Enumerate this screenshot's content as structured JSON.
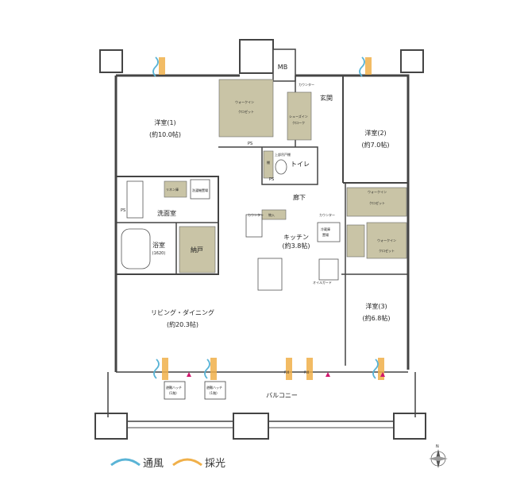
{
  "rooms": {
    "western1": "洋室(1)",
    "western1_area": "(約10.0帖)",
    "western2": "洋室(2)",
    "western2_area": "(約7.0帖)",
    "western3": "洋室(3)",
    "western3_area": "(約6.8帖)",
    "ldk": "リビング・ダイニング",
    "ldk_area": "(約20.3帖)",
    "kitchen": "キッチン",
    "kitchen_area": "(約3.8帖)",
    "bath": "浴室",
    "bath_size": "(1620)",
    "washroom": "洗面室",
    "toilet": "トイレ",
    "entrance": "玄関",
    "hall": "廊下",
    "storage": "納戸",
    "balcony": "バルコニー",
    "mb": "MB"
  },
  "storage_labels": {
    "walkin": "ウォークイン",
    "closet": "クロゼット",
    "shoe1": "シューズイン",
    "shoe2": "クローク",
    "counter": "カウンター",
    "storage": "物入",
    "linen": "リネン庫",
    "washer": "洗濯機置場",
    "fridge1": "冷蔵庫",
    "fridge2": "置場",
    "toilet_shelf": "上部吊戸棚",
    "oil_guard": "オイルガード",
    "shelf": "棚"
  },
  "markers": {
    "ps": "PS",
    "fix": "FIX",
    "hatch1": "避難ハッチ",
    "hatch2": "(1階)"
  },
  "legend": {
    "wind": "通風",
    "light": "採光"
  },
  "compass": {
    "north": "N"
  },
  "colors": {
    "storage_fill": "#c9c4a6",
    "wall": "#444444",
    "wind": "#5ab4d6",
    "light": "#f0b04a",
    "marker": "#d0186e"
  }
}
